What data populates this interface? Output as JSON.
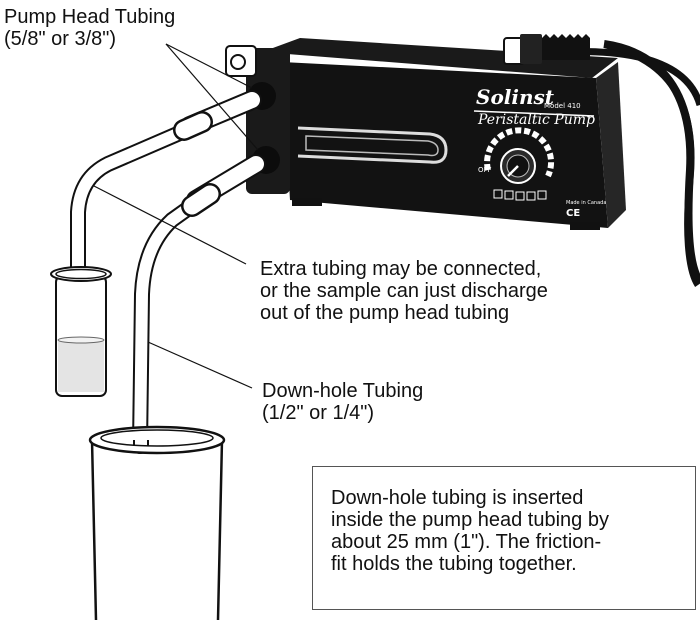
{
  "labels": {
    "pump_head_tubing": [
      "Pump Head Tubing",
      "(5/8\" or 3/8\")"
    ],
    "extra_tubing": [
      "Extra tubing may be connected,",
      "or the sample can just discharge",
      "out of the pump head tubing"
    ],
    "down_hole_tubing": [
      "Down-hole Tubing",
      "(1/2\" or 1/4\")"
    ]
  },
  "note": [
    "Down-hole tubing is inserted",
    "inside the pump head tubing by",
    "about 25 mm (1\"). The friction-",
    "fit holds the tubing together."
  ],
  "pump": {
    "brand": "Solinst",
    "product": "Peristaltic Pump",
    "model": "Model 410",
    "dial_off": "OFF",
    "origin": "Made in Canada",
    "ce_mark": "CE"
  },
  "colors": {
    "ink": "#111111",
    "pump_body": "#121212",
    "paper": "#ffffff"
  }
}
